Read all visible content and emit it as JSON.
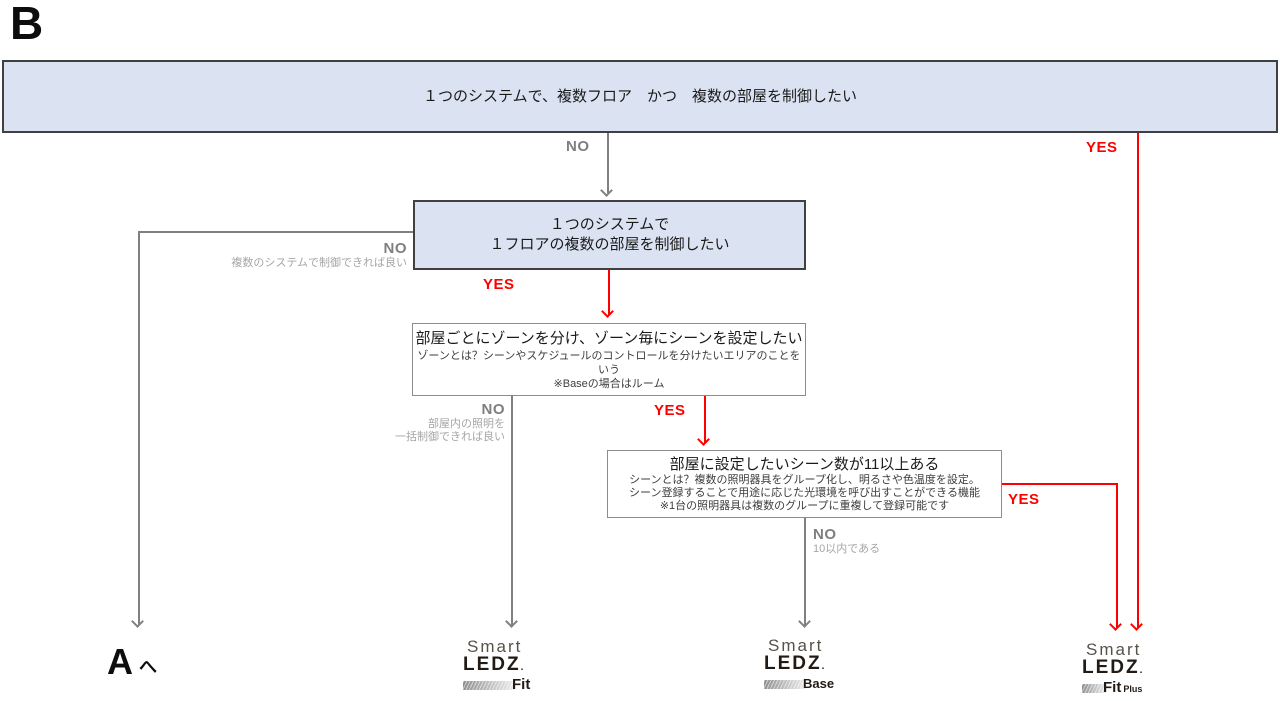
{
  "page": {
    "title": "B"
  },
  "colors": {
    "box_fill": "#dbe3f2",
    "box_border": "#404040",
    "white_box_border": "#8c8c8c",
    "line_gray": "#808080",
    "label_gray": "#7f7f7f",
    "note_gray": "#a6a6a6",
    "accent_red": "#ff0000"
  },
  "boxes": {
    "q1": {
      "text": "１つのシステムで、複数フロア　かつ　複数の部屋を制御したい"
    },
    "q2": {
      "line1": "１つのシステムで",
      "line2": "１フロアの複数の部屋を制御したい"
    },
    "q3": {
      "title": "部屋ごとにゾーンを分け、ゾーン毎にシーンを設定したい",
      "note1": "ゾーンとは？シーンやスケジュールのコントロールを分けたいエリアのことをいう",
      "note2": "※Baseの場合はルーム"
    },
    "q4": {
      "title": "部屋に設定したいシーン数が11以上ある",
      "note1": "シーンとは？複数の照明器具をグループ化し、明るさや色温度を設定。",
      "note2": "シーン登録することで用途に応じた光環境を呼び出すことができる機能",
      "note3": "※1台の照明器具は複数のグループに重複して登録可能です"
    }
  },
  "branches": {
    "q1_no": {
      "label": "NO"
    },
    "q1_yes": {
      "label": "YES"
    },
    "q2_no": {
      "label": "NO",
      "note": "複数のシステムで制御できれば良い"
    },
    "q2_yes": {
      "label": "YES"
    },
    "q3_no": {
      "label": "NO",
      "note1": "部屋内の照明を",
      "note2": "一括制御できれば良い"
    },
    "q3_yes": {
      "label": "YES"
    },
    "q4_no": {
      "label": "NO",
      "note": "10以内である"
    },
    "q4_yes": {
      "label": "YES"
    }
  },
  "outcomes": {
    "a_ref": {
      "letter": "A",
      "suffix": "へ"
    },
    "fit": {
      "brand": "Smart",
      "product": "LEDZ",
      "mark": ".",
      "suffix": "Fit"
    },
    "base": {
      "brand": "Smart",
      "product": "LEDZ",
      "mark": ".",
      "suffix": "Base"
    },
    "fit_plus": {
      "brand": "Smart",
      "product": "LEDZ",
      "mark": ".",
      "suffix": "Fit",
      "tier": "Plus"
    }
  }
}
